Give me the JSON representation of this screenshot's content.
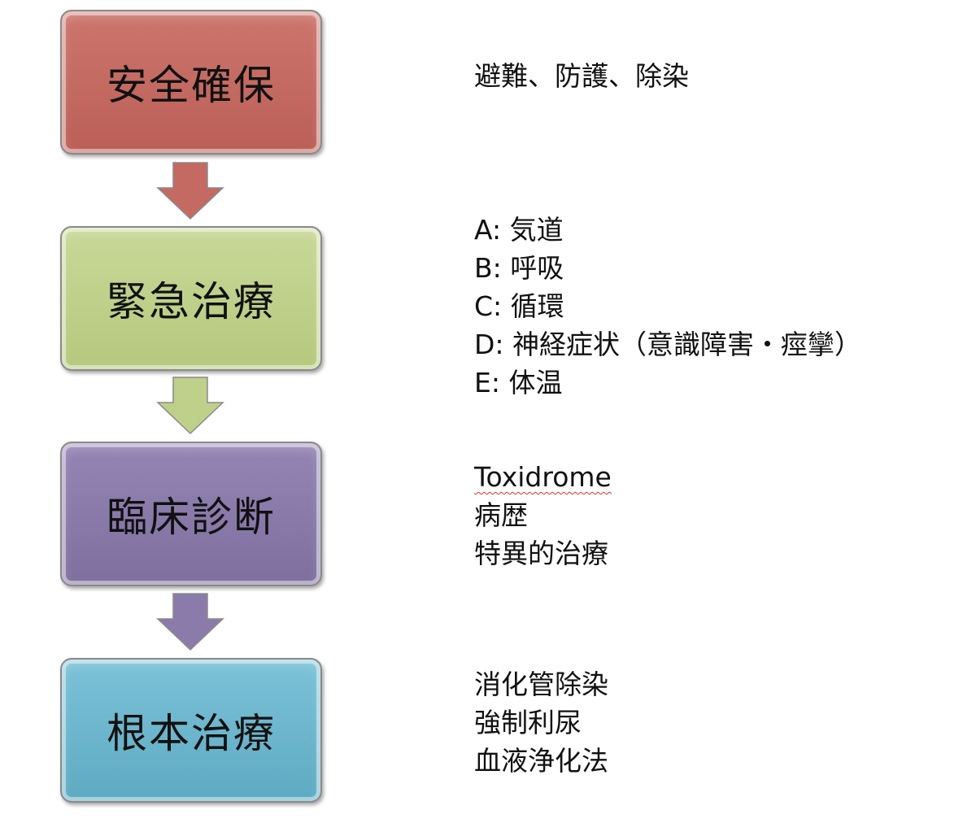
{
  "colors": {
    "safety": "#c46a62",
    "emergency": "#bfd08a",
    "diagnosis": "#8b7bab",
    "definitive": "#6cb8cf"
  },
  "steps": [
    {
      "label": "安全確保",
      "details": [
        "避難、防護、除染"
      ]
    },
    {
      "label": "緊急治療",
      "details": [
        "A: 気道",
        "B: 呼吸",
        "C: 循環",
        "D: 神経症状（意識障害・痙攣）",
        "E: 体温"
      ]
    },
    {
      "label": "臨床診断",
      "details": [
        "Toxidrome",
        "病歴",
        "特異的治療"
      ]
    },
    {
      "label": "根本治療",
      "details": [
        "消化管除染",
        "強制利尿",
        "血液浄化法"
      ]
    }
  ]
}
